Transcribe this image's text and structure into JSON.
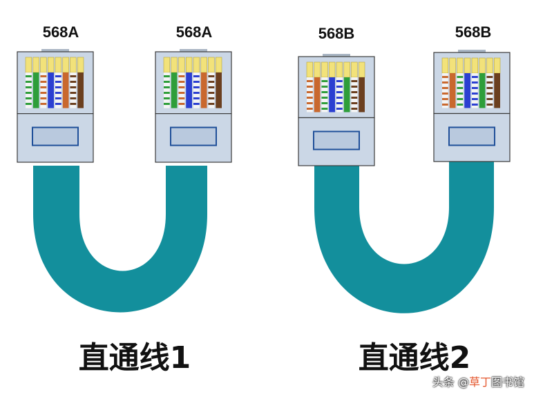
{
  "colors": {
    "cable": "#138f9c",
    "plug_body": "#cbd7e6",
    "plug_outline": "#3a3a3a",
    "clip_outline": "#1f4f99"
  },
  "cables": [
    {
      "title": "直通线1",
      "left_plug": {
        "label": "568A",
        "wires": [
          "white-green",
          "green",
          "white-orange",
          "blue",
          "white-blue",
          "orange",
          "white-brown",
          "brown"
        ]
      },
      "right_plug": {
        "label": "568A",
        "wires": [
          "white-green",
          "green",
          "white-orange",
          "blue",
          "white-blue",
          "orange",
          "white-brown",
          "brown"
        ]
      }
    },
    {
      "title": "直通线2",
      "left_plug": {
        "label": "568B",
        "wires": [
          "white-orange",
          "orange",
          "white-green",
          "blue",
          "white-blue",
          "green",
          "white-brown",
          "brown"
        ]
      },
      "right_plug": {
        "label": "568B",
        "wires": [
          "white-orange",
          "orange",
          "white-green",
          "blue",
          "white-blue",
          "green",
          "white-brown",
          "brown"
        ]
      }
    }
  ],
  "watermark": {
    "prefix": "头条 @",
    "accent": "草丁",
    "suffix": "图书馆"
  }
}
